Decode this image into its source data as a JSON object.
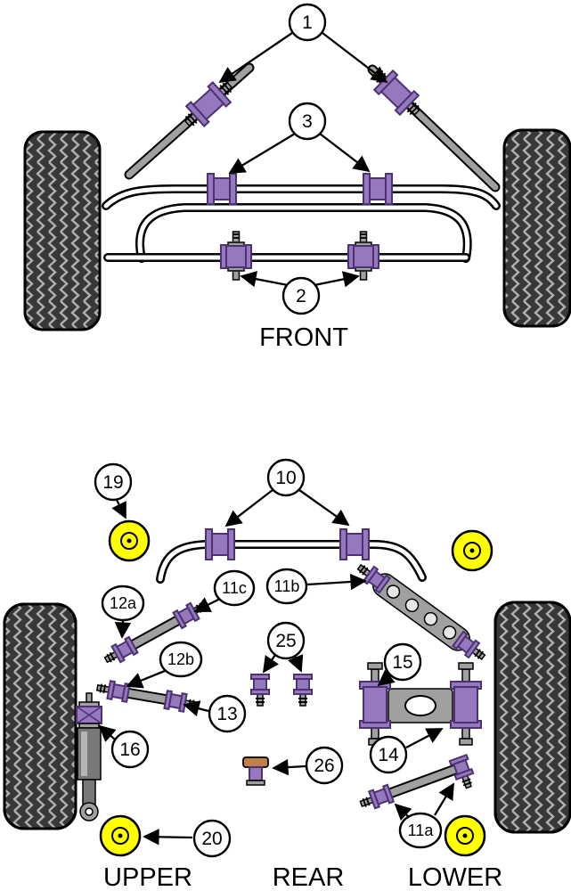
{
  "colors": {
    "bushing_purple": "#9678be",
    "bushing_purple_dark": "#4a3370",
    "bushing_yellow": "#ffff00",
    "bushing_tan": "#c18049",
    "metal_gray": "#a0a0a0",
    "metal_dark": "#787878",
    "tire_black": "#383838",
    "tread_gray": "#b0b0b0"
  },
  "front_section": {
    "label": "FRONT",
    "callouts": {
      "c1": "1",
      "c2": "2",
      "c3": "3"
    }
  },
  "rear_section": {
    "labels": {
      "upper": "UPPER",
      "rear": "REAR",
      "lower": "LOWER"
    },
    "callouts": {
      "c10": "10",
      "c11a": "11a",
      "c11b": "11b",
      "c11c": "11c",
      "c12a": "12a",
      "c12b": "12b",
      "c13": "13",
      "c14": "14",
      "c15": "15",
      "c16": "16",
      "c19": "19",
      "c20": "20",
      "c25": "25",
      "c26": "26"
    }
  }
}
